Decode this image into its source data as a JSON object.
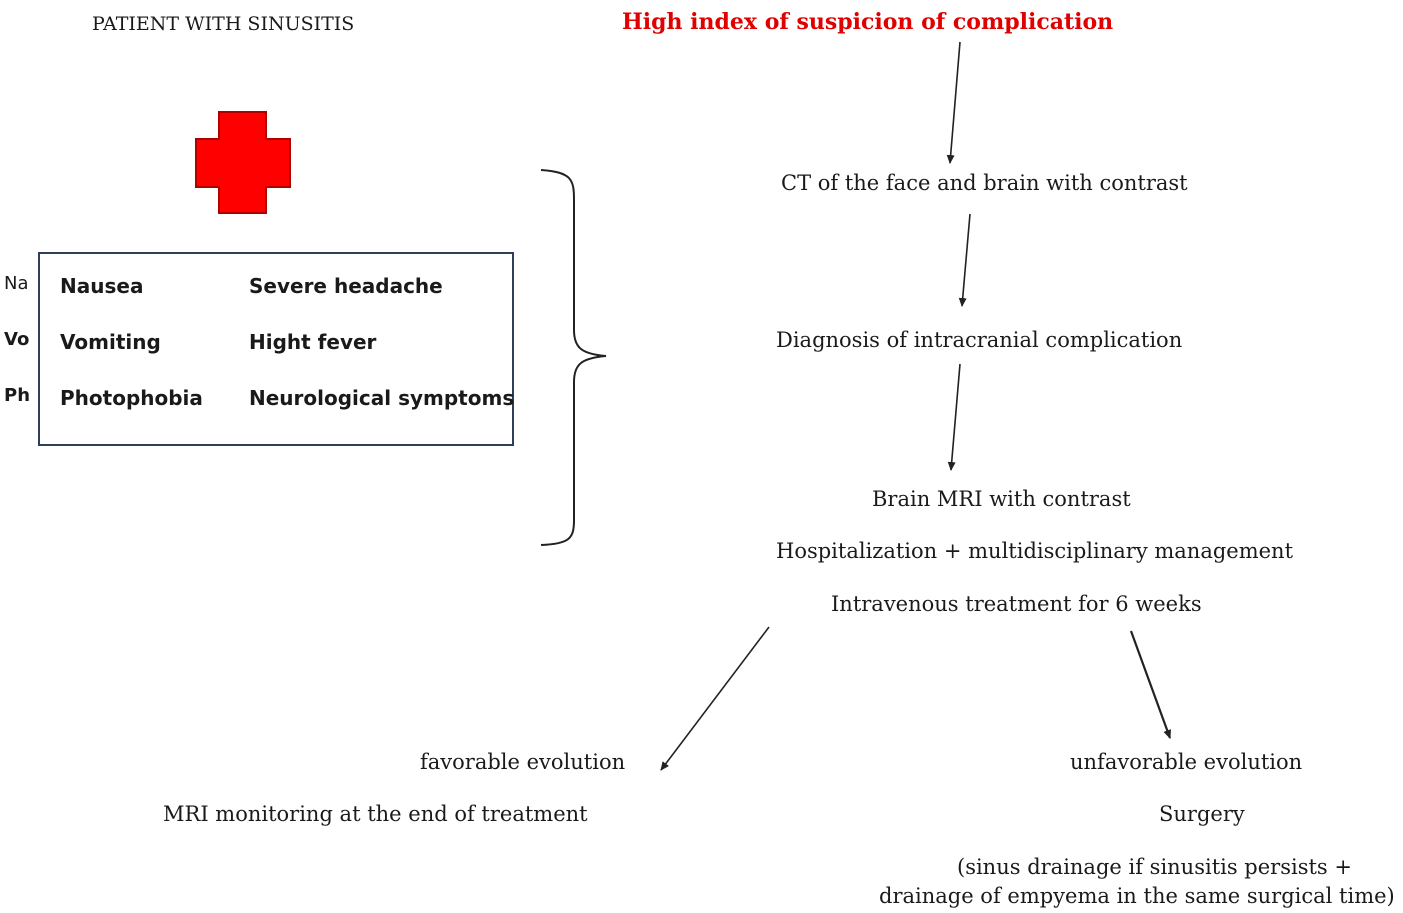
{
  "header": {
    "patient_label": "PATIENT WITH SINUSITIS",
    "suspicion_label": "High index of suspicion of complication",
    "suspicion_color": "#e00000"
  },
  "cross_icon": {
    "name": "red-cross-icon",
    "color": "#ff0000"
  },
  "symptoms": {
    "abbreviations": [
      "Na",
      "Vo",
      "Ph"
    ],
    "column1": [
      "Nausea",
      "Vomiting",
      "Photophobia"
    ],
    "column2": [
      "Severe headache",
      "Hight fever",
      "Neurological symptoms"
    ]
  },
  "flow": {
    "ct": "CT of the face and brain with contrast",
    "diagnosis": "Diagnosis of intracranial complication",
    "mri": "Brain MRI with contrast",
    "hospitalization": "Hospitalization + multidisciplinary management",
    "iv_treatment": "Intravenous treatment for 6 weeks"
  },
  "outcomes": {
    "favorable": {
      "label": "favorable evolution",
      "action": "MRI monitoring at the end of treatment"
    },
    "unfavorable": {
      "label": "unfavorable evolution",
      "action": "Surgery",
      "detail_line1": "(sinus drainage if sinusitis persists +",
      "detail_line2": "drainage of empyema in the same surgical time)"
    }
  }
}
